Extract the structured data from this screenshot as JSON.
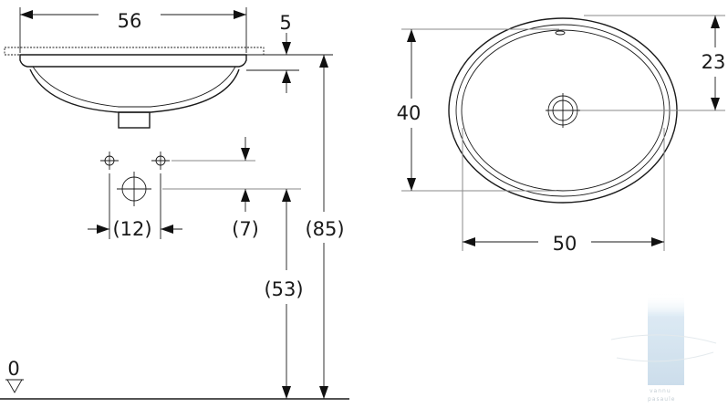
{
  "dimensions": {
    "top_width": "56",
    "rim_height": "5",
    "overall_height": "(85)",
    "tap_hole_spacing": "(12)",
    "tap_height": "(7)",
    "mount_height": "(53)",
    "plan_depth": "40",
    "drain_offset": "23",
    "plan_width": "50",
    "floor_level": "0"
  },
  "watermark": {
    "line1": "vannu",
    "line2": "pasaule"
  },
  "colors": {
    "line": "#1a1a1a",
    "watermark": "#b8c4cc",
    "watermark_bar": "#d6e6f2"
  }
}
